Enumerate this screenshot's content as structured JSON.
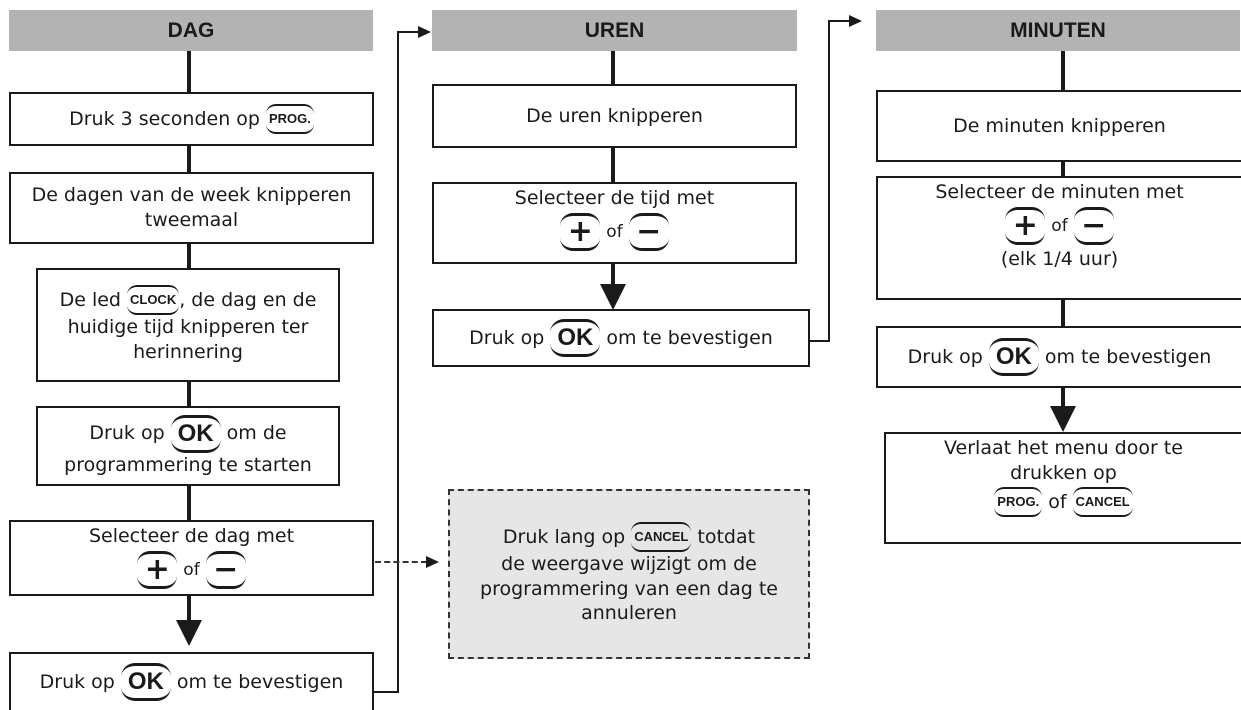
{
  "dag": {
    "header": "DAG",
    "step1": {
      "text": "Druk 3 seconden op",
      "button": "PROG."
    },
    "step2": {
      "line1": "De dagen van de week knipperen",
      "line2": "tweemaal"
    },
    "step3": {
      "pre": "De led",
      "button": "CLOCK",
      "post": ", de dag en de",
      "line2": "huidige tijd knipperen ter",
      "line3": "herinnering"
    },
    "step4": {
      "pre": "Druk op",
      "button": "OK",
      "post": "om de",
      "line2": "programmering te starten"
    },
    "step5": {
      "line1": "Selecteer de dag met",
      "plus": "+",
      "or": "of",
      "minus": "−"
    },
    "step6": {
      "pre": "Druk op",
      "button": "OK",
      "post": "om te bevestigen"
    }
  },
  "cancel_note": {
    "pre": "Druk lang op",
    "button": "CANCEL",
    "post": "totdat",
    "line2": "de weergave wijzigt om de",
    "line3": "programmering van een dag te",
    "line4": "annuleren"
  },
  "uren": {
    "header": "UREN",
    "step1": {
      "text": "De uren knipperen"
    },
    "step2": {
      "line1": "Selecteer de tijd met",
      "plus": "+",
      "or": "of",
      "minus": "−"
    },
    "step3": {
      "pre": "Druk op",
      "button": "OK",
      "post": "om te bevestigen"
    }
  },
  "minuten": {
    "header": "MINUTEN",
    "step1": {
      "text": "De minuten knipperen"
    },
    "step2": {
      "line1": "Selecteer de minuten met",
      "plus": "+",
      "or": "of",
      "minus": "−",
      "line3": "(elk 1/4 uur)"
    },
    "step3": {
      "pre": "Druk op",
      "button": "OK",
      "post": "om te bevestigen"
    },
    "step4": {
      "line1": "Verlaat het menu door te",
      "line2": "drukken op",
      "button1": "PROG.",
      "or": "of",
      "button2": "CANCEL"
    }
  }
}
